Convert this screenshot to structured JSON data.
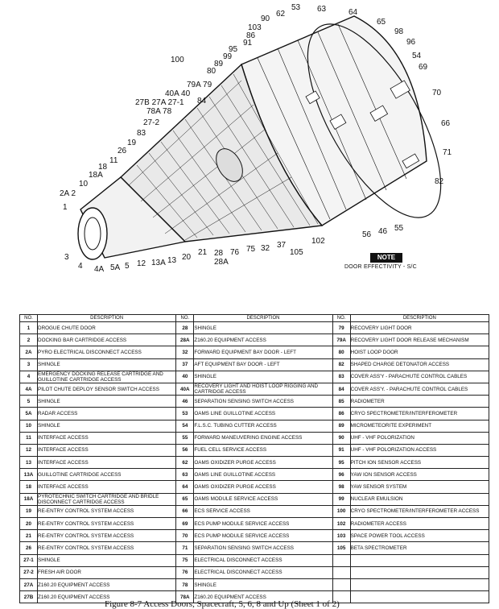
{
  "note": {
    "label": "NOTE",
    "text": "DOOR EFFECTIVITY - S/C"
  },
  "callouts": [
    {
      "id": "c1",
      "text": "1"
    },
    {
      "id": "c2a",
      "text": "2A 2"
    },
    {
      "id": "c3",
      "text": "3"
    },
    {
      "id": "c4",
      "text": "4"
    },
    {
      "id": "c4a",
      "text": "4A"
    },
    {
      "id": "c5a",
      "text": "5A"
    },
    {
      "id": "c5",
      "text": "5"
    },
    {
      "id": "c12",
      "text": "12"
    },
    {
      "id": "c13a",
      "text": "13A"
    },
    {
      "id": "c13",
      "text": "13"
    },
    {
      "id": "c20",
      "text": "20"
    },
    {
      "id": "c21",
      "text": "21"
    },
    {
      "id": "c28",
      "text": "28"
    },
    {
      "id": "c28a",
      "text": "28A"
    },
    {
      "id": "c76",
      "text": "76"
    },
    {
      "id": "c75",
      "text": "75"
    },
    {
      "id": "c32",
      "text": "32"
    },
    {
      "id": "c37",
      "text": "37"
    },
    {
      "id": "c105",
      "text": "105"
    },
    {
      "id": "c102",
      "text": "102"
    },
    {
      "id": "c56",
      "text": "56"
    },
    {
      "id": "c46",
      "text": "46"
    },
    {
      "id": "c55",
      "text": "55"
    },
    {
      "id": "c82",
      "text": "82"
    },
    {
      "id": "c71",
      "text": "71"
    },
    {
      "id": "c66",
      "text": "66"
    },
    {
      "id": "c70",
      "text": "70"
    },
    {
      "id": "c69",
      "text": "69"
    },
    {
      "id": "c54",
      "text": "54"
    },
    {
      "id": "c96",
      "text": "96"
    },
    {
      "id": "c98",
      "text": "98"
    },
    {
      "id": "c65",
      "text": "65"
    },
    {
      "id": "c64",
      "text": "64"
    },
    {
      "id": "c63",
      "text": "63"
    },
    {
      "id": "c53",
      "text": "53"
    },
    {
      "id": "c62",
      "text": "62"
    },
    {
      "id": "c90",
      "text": "90"
    },
    {
      "id": "c103",
      "text": "103"
    },
    {
      "id": "c86",
      "text": "86"
    },
    {
      "id": "c91",
      "text": "91"
    },
    {
      "id": "c95",
      "text": "95"
    },
    {
      "id": "c99",
      "text": "99"
    },
    {
      "id": "c100",
      "text": "100"
    },
    {
      "id": "c89",
      "text": "89"
    },
    {
      "id": "c80",
      "text": "80"
    },
    {
      "id": "c84",
      "text": "84"
    },
    {
      "id": "c79a",
      "text": "79A 79"
    },
    {
      "id": "c40a",
      "text": "40A 40"
    },
    {
      "id": "c27b",
      "text": "27B 27A 27-1"
    },
    {
      "id": "c78a",
      "text": "78A 78"
    },
    {
      "id": "c272",
      "text": "27-2"
    },
    {
      "id": "c83",
      "text": "83"
    },
    {
      "id": "c19",
      "text": "19"
    },
    {
      "id": "c26",
      "text": "26"
    },
    {
      "id": "c11",
      "text": "11"
    },
    {
      "id": "c18",
      "text": "18"
    },
    {
      "id": "c18a",
      "text": "18A"
    },
    {
      "id": "c10",
      "text": "10"
    }
  ],
  "table": {
    "headers": [
      "NO.",
      "DESCRIPTION",
      "NO.",
      "DESCRIPTION",
      "NO.",
      "DESCRIPTION"
    ],
    "rows": [
      [
        [
          "1",
          "DROGUE CHUTE DOOR"
        ],
        [
          "28",
          "SHINGLE"
        ],
        [
          "79",
          "RECOVERY LIGHT DOOR"
        ]
      ],
      [
        [
          "2",
          "DOCKING BAR CARTRIDGE ACCESS"
        ],
        [
          "28A",
          "Z160.20 EQUIPMENT ACCESS"
        ],
        [
          "79A",
          "RECOVERY LIGHT DOOR RELEASE MECHANISM"
        ]
      ],
      [
        [
          "2A",
          "PYRO ELECTRICAL DISCONNECT ACCESS"
        ],
        [
          "32",
          "FORWARD EQUIPMENT BAY DOOR - LEFT"
        ],
        [
          "80",
          "HOIST LOOP DOOR"
        ]
      ],
      [
        [
          "3",
          "SHINGLE"
        ],
        [
          "37",
          "AFT EQUIPMENT BAY DOOR - LEFT"
        ],
        [
          "82",
          "SHAPED CHARGE DETONATOR ACCESS"
        ]
      ],
      [
        [
          "4",
          "EMERGENCY DOCKING RELEASE CARTRIDGE AND GUILLOTINE CARTRIDGE ACCESS"
        ],
        [
          "40",
          "SHINGLE"
        ],
        [
          "83",
          "COVER ASS'Y - PARACHUTE CONTROL CABLES"
        ]
      ],
      [
        [
          "4A",
          "PILOT CHUTE DEPLOY SENSOR SWITCH ACCESS"
        ],
        [
          "40A",
          "RECOVERY LIGHT AND HOIST LOOP RIGGING AND CARTRIDGE ACCESS"
        ],
        [
          "84",
          "COVER ASS'Y. - PARACHUTE CONTROL CABLES"
        ]
      ],
      [
        [
          "5",
          "SHINGLE"
        ],
        [
          "46",
          "SEPARATION SENSING SWITCH ACCESS"
        ],
        [
          "85",
          "RADIOMETER"
        ]
      ],
      [
        [
          "5A",
          "RADAR ACCESS"
        ],
        [
          "53",
          "OAMS LINE GUILLOTINE ACCESS"
        ],
        [
          "86",
          "CRYO SPECTROMETER/INTERFEROMETER"
        ]
      ],
      [
        [
          "10",
          "SHINGLE"
        ],
        [
          "54",
          "F.L.S.C. TUBING CUTTER ACCESS"
        ],
        [
          "89",
          "MICROMETEORITE EXPERIMENT"
        ]
      ],
      [
        [
          "11",
          "INTERFACE ACCESS"
        ],
        [
          "55",
          "FORWARD MANEUVERING ENGINE ACCESS"
        ],
        [
          "90",
          "UHF - VHF POLORIZATION"
        ]
      ],
      [
        [
          "12",
          "INTERFACE ACCESS"
        ],
        [
          "56",
          "FUEL CELL SERVICE ACCESS"
        ],
        [
          "91",
          "UHF - VHF POLORIZATION ACCESS"
        ]
      ],
      [
        [
          "13",
          "INTERFACE ACCESS"
        ],
        [
          "62",
          "OAMS OXIDIZER PURGE ACCESS"
        ],
        [
          "95",
          "PITCH ION SENSOR ACCESS"
        ]
      ],
      [
        [
          "13A",
          "GUILLOTINE CARTRIDGE ACCESS"
        ],
        [
          "63",
          "OAMS LINE GUILLOTINE ACCESS"
        ],
        [
          "96",
          "YAW ION SENSOR ACCESS"
        ]
      ],
      [
        [
          "18",
          "INTERFACE ACCESS"
        ],
        [
          "64",
          "OAMS OXIDIZER PURGE ACCESS"
        ],
        [
          "98",
          "YAW SENSOR SYSTEM"
        ]
      ],
      [
        [
          "18A",
          "PYROTECHNIC SWITCH CARTRIDGE AND BRIDLE DISCONNECT CARTRIDGE ACCESS"
        ],
        [
          "65",
          "OAMS MODULE SERVICE ACCESS"
        ],
        [
          "99",
          "NUCLEAR EMULSION"
        ]
      ],
      [
        [
          "19",
          "RE-ENTRY CONTROL SYSTEM ACCESS"
        ],
        [
          "66",
          "ECS SERVICE ACCESS"
        ],
        [
          "100",
          "CRYO SPECTROMETER/INTERFEROMETER ACCESS"
        ]
      ],
      [
        [
          "20",
          "RE-ENTRY CONTROL SYSTEM ACCESS"
        ],
        [
          "69",
          "ECS PUMP MODULE SERVICE ACCESS"
        ],
        [
          "102",
          "RADIOMETER ACCESS"
        ]
      ],
      [
        [
          "21",
          "RE-ENTRY CONTROL SYSTEM ACCESS"
        ],
        [
          "70",
          "ECS PUMP MODULE SERVICE ACCESS"
        ],
        [
          "103",
          "SPACE POWER TOOL ACCESS"
        ]
      ],
      [
        [
          "26",
          "RE-ENTRY CONTROL SYSTEM ACCESS"
        ],
        [
          "71",
          "SEPARATION SENSING SWITCH ACCESS"
        ],
        [
          "105",
          "BETA SPECTROMETER"
        ]
      ],
      [
        [
          "27-1",
          "SHINGLE"
        ],
        [
          "75",
          "ELECTRICAL DISCONNECT ACCESS"
        ],
        [
          "",
          ""
        ]
      ],
      [
        [
          "27-2",
          "FRESH AIR DOOR"
        ],
        [
          "76",
          "ELECTRICAL DISCONNECT ACCESS"
        ],
        [
          "",
          ""
        ]
      ],
      [
        [
          "27A",
          "Z160.20 EQUIPMENT ACCESS"
        ],
        [
          "78",
          "SHINGLE"
        ],
        [
          "",
          ""
        ]
      ],
      [
        [
          "27B",
          "Z160.20 EQUIPMENT ACCESS"
        ],
        [
          "78A",
          "Z160.20 EQUIPMENT ACCESS"
        ],
        [
          "",
          ""
        ]
      ]
    ]
  },
  "caption": "Figure 8-7 Access Doors, Spacecraft, 5, 6, 8 and Up (Sheet 1 of 2)"
}
